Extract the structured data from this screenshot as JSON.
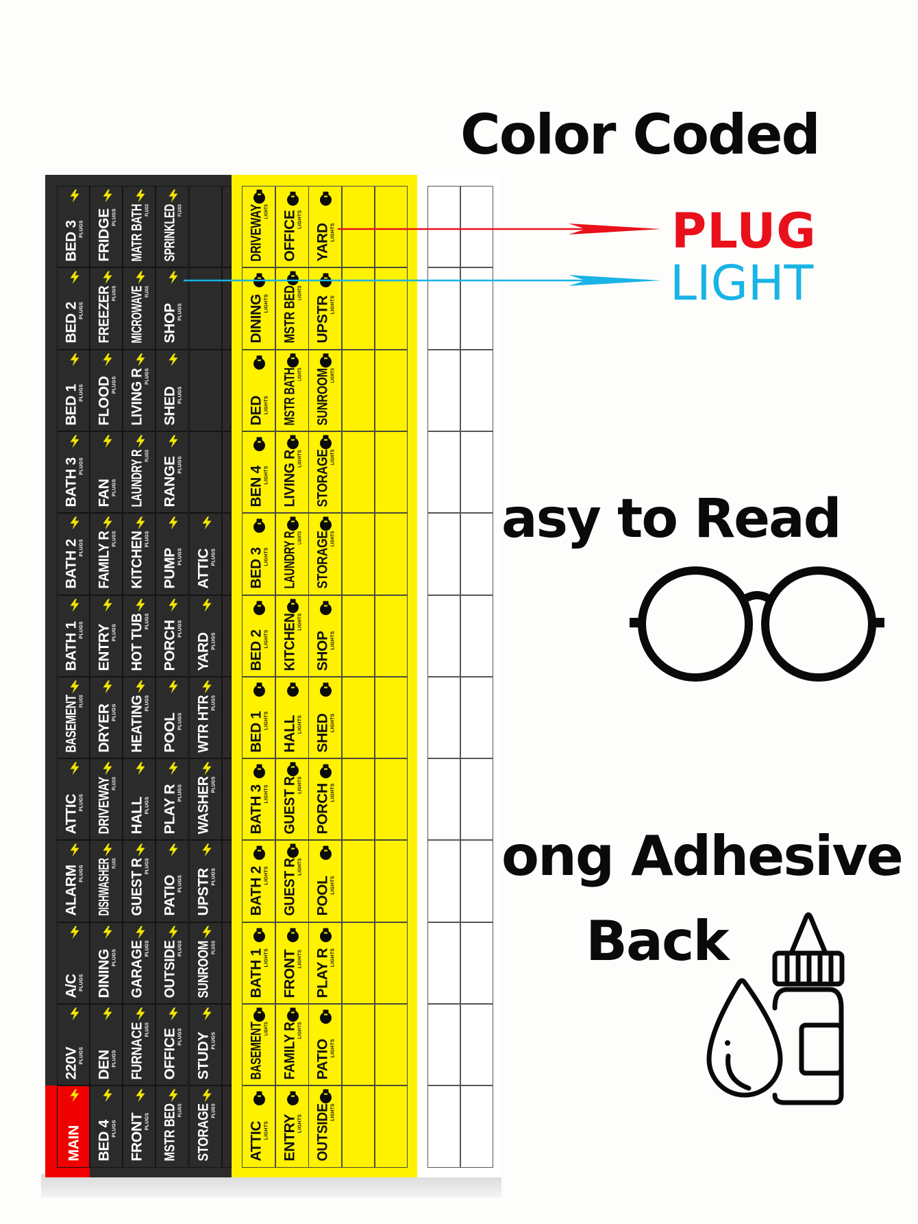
{
  "headings": {
    "color_coded": "Color Coded",
    "plug": "PLUG",
    "light": "LIGHT",
    "easy_to_read": "asy to Read",
    "adhesive": "ong Adhesive",
    "back": "Back"
  },
  "colors": {
    "plug_bg": "#2b2b2b",
    "plug_text": "#ffffff",
    "bolt": "#f2e600",
    "light_bg": "#fff200",
    "light_text": "#111111",
    "main_bg": "#f00000",
    "plug_legend": "#e8101a",
    "light_legend": "#18b4e6"
  },
  "sheet": {
    "plug_sub": "PLUGS",
    "light_sub": "LIGHTS",
    "plug_icon": "lightning-bolt-icon",
    "light_icon": "light-bulb-icon",
    "rows": [
      {
        "plugs": [
          "BED 3",
          "FRIDGE",
          "MATR BATH",
          "SPRINKLED",
          ""
        ],
        "lights": [
          "DRIVEWAY",
          "OFFICE",
          "YARD"
        ]
      },
      {
        "plugs": [
          "BED 2",
          "FREEZER",
          "MICROWAVE",
          "SHOP",
          ""
        ],
        "lights": [
          "DINING",
          "MSTR BED",
          "UPSTR"
        ]
      },
      {
        "plugs": [
          "BED 1",
          "FLOOD",
          "LIVING R",
          "SHED",
          ""
        ],
        "lights": [
          "DED",
          "MSTR BATH",
          "SUNROOM"
        ]
      },
      {
        "plugs": [
          "BATH 3",
          "FAN",
          "LAUNDRY R",
          "RANGE",
          ""
        ],
        "lights": [
          "BEN 4",
          "LIVING R",
          "STORAGE"
        ]
      },
      {
        "plugs": [
          "BATH 2",
          "FAMILY R",
          "KITCHEN",
          "PUMP",
          "ATTIC"
        ],
        "lights": [
          "BED 3",
          "LAUNDRY R",
          "STORAGE"
        ]
      },
      {
        "plugs": [
          "BATH 1",
          "ENTRY",
          "HOT TUB",
          "PORCH",
          "YARD"
        ],
        "lights": [
          "BED 2",
          "KITCHEN",
          "SHOP"
        ]
      },
      {
        "plugs": [
          "BASEMENT",
          "DRYER",
          "HEATING",
          "POOL",
          "WTR HTR"
        ],
        "lights": [
          "BED 1",
          "HALL",
          "SHED"
        ]
      },
      {
        "plugs": [
          "ATTIC",
          "DRIVEWAY",
          "HALL",
          "PLAY R",
          "WASHER"
        ],
        "lights": [
          "BATH 3",
          "GUEST R",
          "PORCH"
        ]
      },
      {
        "plugs": [
          "ALARM",
          "DISHWASHER",
          "GUEST R",
          "PATIO",
          "UPSTR"
        ],
        "lights": [
          "BATH 2",
          "GUEST R",
          "POOL"
        ]
      },
      {
        "plugs": [
          "A/C",
          "DINING",
          "GARAGE",
          "OUTSIDE",
          "SUNROOM"
        ],
        "lights": [
          "BATH 1",
          "FRONT",
          "PLAY R"
        ]
      },
      {
        "plugs": [
          "220V",
          "DEN",
          "FURNACE",
          "OFFICE",
          "STUDY"
        ],
        "lights": [
          "BASEMENT",
          "FAMILY R",
          "PATIO"
        ]
      },
      {
        "plugs": [
          "MAIN",
          "BED 4",
          "FRONT",
          "MSTR BED",
          "STORAGE"
        ],
        "lights": [
          "ATTIC",
          "ENTRY",
          "OUTSIDE"
        ],
        "main_first": true
      }
    ]
  }
}
